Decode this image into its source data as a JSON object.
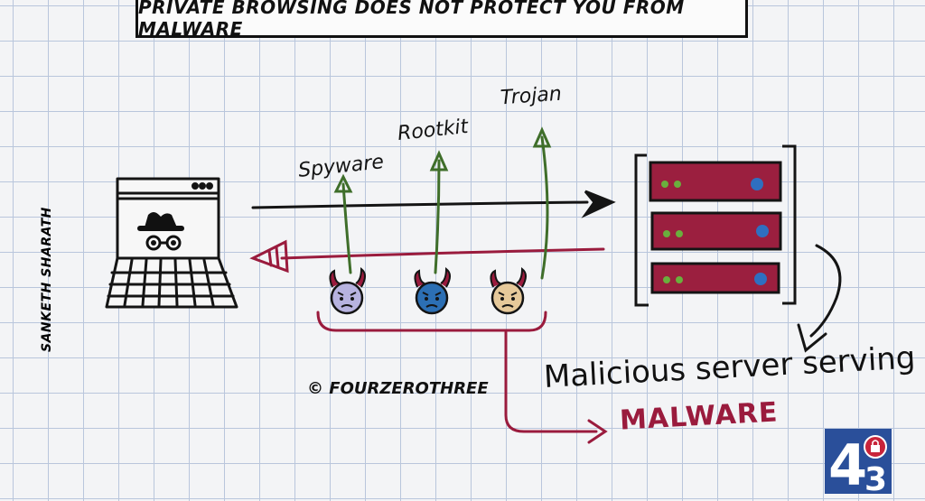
{
  "title": "PRIVATE BROWSING DOES NOT PROTECT YOU FROM MALWARE",
  "author": "SANKETH SHARATH",
  "copyright": "© FOURZEROTHREE",
  "malware_labels": {
    "spyware": "Spyware",
    "rootkit": "Rootkit",
    "trojan": "Trojan"
  },
  "server_caption": "Malicious server serving",
  "malware_caption": "MALWARE",
  "logo": {
    "left": "4",
    "right": "3"
  },
  "colors": {
    "ink": "#141414",
    "malware_red": "#9a1b3d",
    "server_fill": "#9b1f3f",
    "arrow_green": "#3f6e2a",
    "logo_blue": "#2a4f9a",
    "logo_red": "#c8243a"
  }
}
